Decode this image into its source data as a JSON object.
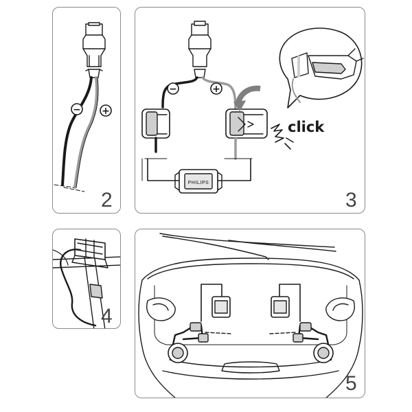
{
  "panels": [
    {
      "step": "2"
    },
    {
      "step": "3",
      "click_label": "click",
      "brand_label": "PHILIPS"
    },
    {
      "step": "4"
    },
    {
      "step": "5"
    }
  ],
  "polarity": {
    "negative": "−",
    "positive": "+"
  },
  "colors": {
    "outline": "#8a8a8a",
    "line": "#1a1a1a",
    "wire_grey": "#9a9a9a",
    "arrow_grey": "#7f7f7f",
    "light_fill": "#cfcfcf"
  },
  "icons": [
    "bulb-socket-icon",
    "connector-icon",
    "led-driver-icon",
    "click-burst-icon",
    "curved-arrow-icon",
    "zoom-callout-icon",
    "mounting-bracket-icon",
    "car-front-icon",
    "headlight-icon",
    "fog-lamp-icon"
  ]
}
